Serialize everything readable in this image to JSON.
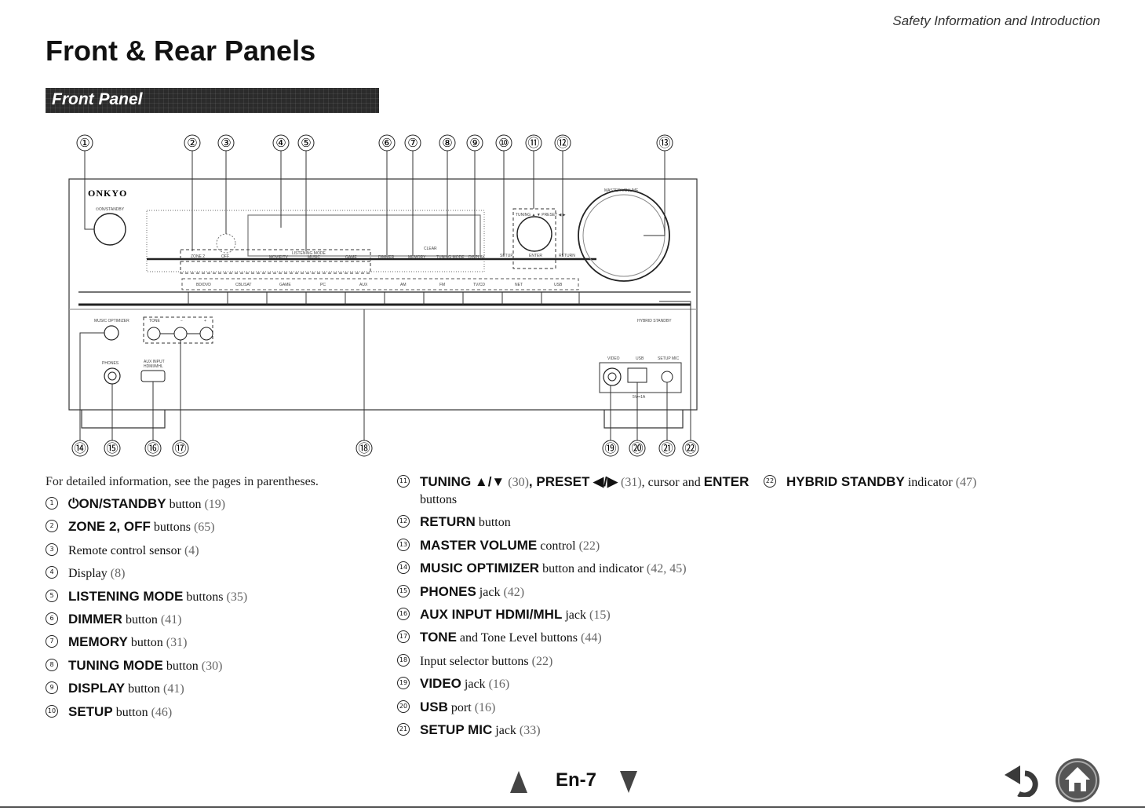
{
  "header": {
    "section": "Safety Information and Introduction",
    "title": "Front & Rear Panels",
    "subsection": "Front Panel"
  },
  "diagram": {
    "brand": "ONKYO",
    "labels": {
      "on_standby": "⏻ON/STANDBY",
      "master_volume": "MASTER VOLUME",
      "zone2": "ZONE 2",
      "off": "OFF",
      "listening_mode": "LISTENING MODE",
      "movie_tv": "MOVIE/TV",
      "music": "MUSIC",
      "game": "GAME",
      "dimmer": "DIMMER",
      "memory": "MEMORY",
      "tuning_mode": "TUNING MODE",
      "display": "DISPLAY",
      "clear": "CLEAR",
      "setup": "SETUP",
      "tuning_preset": "TUNING ▲ ▼ PRESET ◀ ▶",
      "enter": "ENTER",
      "return": "RETURN",
      "music_optimizer": "MUSIC OPTIMIZER",
      "tone": "TONE",
      "minus": "−",
      "plus": "+",
      "hybrid_standby": "HYBRID STANDBY",
      "phones": "PHONES",
      "aux_input": "AUX INPUT",
      "hdmi_mhl": "HDMI/MHL",
      "video": "VIDEO",
      "usb": "USB",
      "setup_mic": "SETUP MIC",
      "usb_rating": "5V⎓1A"
    },
    "selectors": [
      "BD/DVD",
      "CBL/SAT",
      "GAME",
      "PC",
      "AUX",
      "AM",
      "FM",
      "TV/CD",
      "NET",
      "USB"
    ],
    "callouts_top": [
      "①",
      "②",
      "③",
      "④",
      "⑤",
      "⑥",
      "⑦",
      "⑧",
      "⑨",
      "⑩",
      "⑪",
      "⑫",
      "⑬"
    ],
    "callouts_bottom": [
      "⑭",
      "⑮",
      "⑯",
      "⑰",
      "⑱",
      "⑲",
      "⑳",
      "㉑",
      "㉒"
    ]
  },
  "intro": "For detailed information, see the pages in parentheses.",
  "items": [
    {
      "num": "1",
      "bold": "⏻ON/STANDBY",
      "text": " button ",
      "page": "(19)"
    },
    {
      "num": "2",
      "bold": "ZONE 2, OFF",
      "text": " buttons ",
      "page": "(65)"
    },
    {
      "num": "3",
      "bold": "",
      "text": "Remote control sensor ",
      "page": "(4)"
    },
    {
      "num": "4",
      "bold": "",
      "text": "Display ",
      "page": "(8)"
    },
    {
      "num": "5",
      "bold": "LISTENING MODE",
      "text": " buttons ",
      "page": "(35)"
    },
    {
      "num": "6",
      "bold": "DIMMER",
      "text": " button ",
      "page": "(41)"
    },
    {
      "num": "7",
      "bold": "MEMORY",
      "text": " button ",
      "page": "(31)"
    },
    {
      "num": "8",
      "bold": "TUNING MODE",
      "text": " button ",
      "page": "(30)"
    },
    {
      "num": "9",
      "bold": "DISPLAY",
      "text": " button ",
      "page": "(41)"
    },
    {
      "num": "10",
      "bold": "SETUP",
      "text": " button ",
      "page": "(46)"
    },
    {
      "num": "11",
      "bold": "TUNING ▲/▼",
      "text": " ",
      "page": "(30)",
      "bold2": ", PRESET ◀/▶",
      "text2": " ",
      "page2": "(31)",
      "text3": ", cursor and ",
      "bold3": "ENTER",
      "text4": " buttons"
    },
    {
      "num": "12",
      "bold": "RETURN",
      "text": " button",
      "page": ""
    },
    {
      "num": "13",
      "bold": "MASTER VOLUME",
      "text": " control ",
      "page": "(22)"
    },
    {
      "num": "14",
      "bold": "MUSIC OPTIMIZER",
      "text": " button and indicator ",
      "page": "(42, 45)"
    },
    {
      "num": "15",
      "bold": "PHONES",
      "text": " jack ",
      "page": "(42)"
    },
    {
      "num": "16",
      "bold": "AUX INPUT HDMI/MHL",
      "text": " jack ",
      "page": "(15)"
    },
    {
      "num": "17",
      "bold": "TONE",
      "text": " and Tone Level buttons ",
      "page": "(44)"
    },
    {
      "num": "18",
      "bold": "",
      "text": "Input selector buttons ",
      "page": "(22)"
    },
    {
      "num": "19",
      "bold": "VIDEO",
      "text": " jack ",
      "page": "(16)"
    },
    {
      "num": "20",
      "bold": "USB",
      "text": " port ",
      "page": "(16)"
    },
    {
      "num": "21",
      "bold": "SETUP MIC",
      "text": " jack ",
      "page": "(33)"
    },
    {
      "num": "22",
      "bold": "HYBRID STANDBY",
      "text": " indicator ",
      "page": "(47)"
    }
  ],
  "footer": {
    "page": "En-7"
  }
}
